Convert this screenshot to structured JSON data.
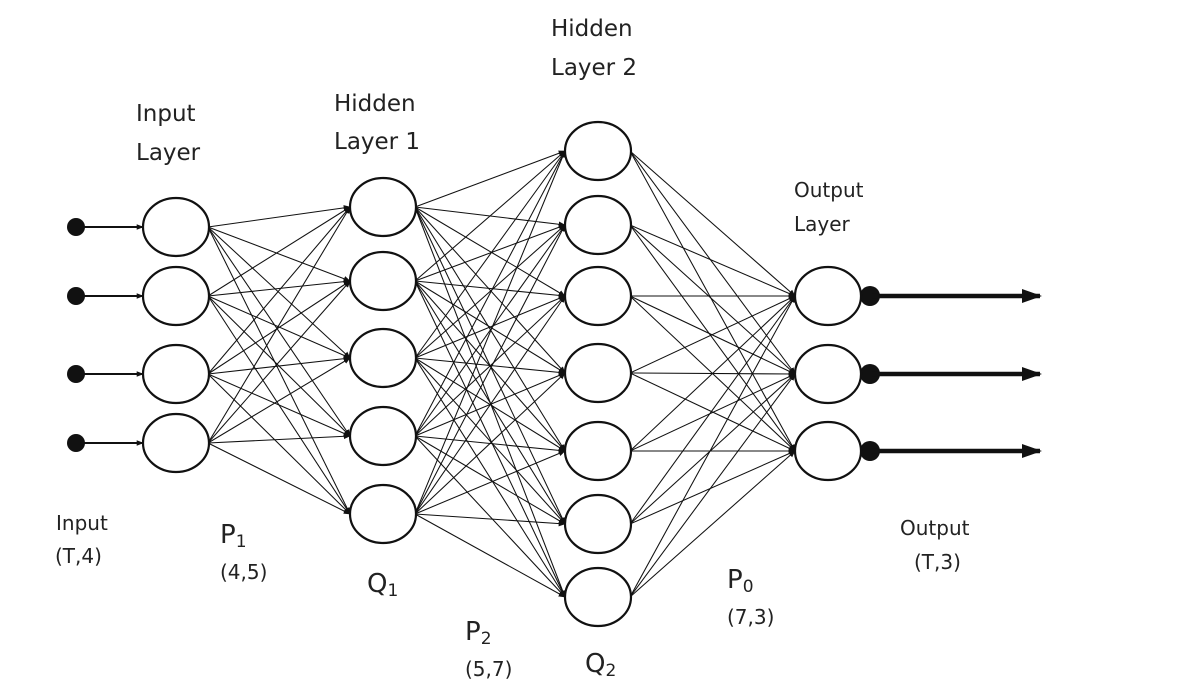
{
  "labels": {
    "input_layer": [
      "Input",
      "Layer"
    ],
    "hidden_layer_1": [
      "Hidden",
      "Layer 1"
    ],
    "hidden_layer_2": [
      "Hidden",
      "Layer 2"
    ],
    "output_layer": [
      "Output",
      "Layer"
    ],
    "input": [
      "Input",
      "(T,4)"
    ],
    "output": [
      "Output",
      "(T,3)"
    ],
    "p1": {
      "symbol": "P",
      "sub": "1",
      "dims": "(4,5)"
    },
    "p2": {
      "symbol": "P",
      "sub": "2",
      "dims": "(5,7)"
    },
    "p0": {
      "symbol": "P",
      "sub": "0",
      "dims": "(7,3)"
    },
    "q1": {
      "symbol": "Q",
      "sub": "1"
    },
    "q2": {
      "symbol": "Q",
      "sub": "2"
    }
  },
  "network": {
    "layer_sizes": [
      4,
      5,
      7,
      3
    ],
    "input_count": 4,
    "output_count": 3
  },
  "colors": {
    "stroke": "#111111",
    "background": "#ffffff"
  }
}
